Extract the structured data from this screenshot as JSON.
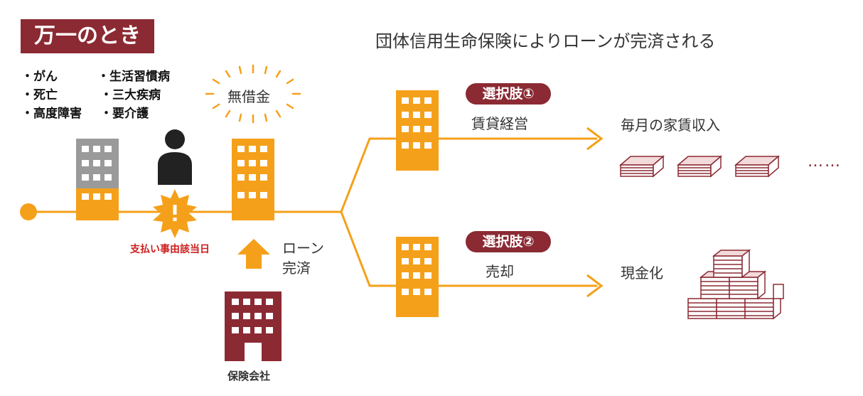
{
  "header": {
    "tag_title": "万一のとき",
    "main_heading": "団体信用生命保険によりローンが完済される"
  },
  "conditions": {
    "col1": [
      "・がん",
      "・死亡",
      "・高度障害"
    ],
    "col2": [
      "・生活習慣病",
      "・三大疾病",
      "・要介護"
    ]
  },
  "event_label": "支払い事由該当日",
  "no_debt_label": "無借金",
  "loan_label": [
    "ローン",
    "完済"
  ],
  "insurer_label": "保険会社",
  "options": [
    {
      "badge": "選択肢①",
      "action": "賃貸経営",
      "result": "毎月の家賃収入"
    },
    {
      "badge": "選択肢②",
      "action": "売却",
      "result": "現金化"
    }
  ],
  "ellipsis": "……",
  "colors": {
    "brand_red": "#8b2a33",
    "orange": "#f5a01a",
    "gray": "#9a9a9a",
    "person": "#222222",
    "alert": "#cc1f1f"
  },
  "icons": [
    "person-icon",
    "alert-burst-icon",
    "up-arrow-icon",
    "money-stack-icon",
    "building-icon"
  ]
}
